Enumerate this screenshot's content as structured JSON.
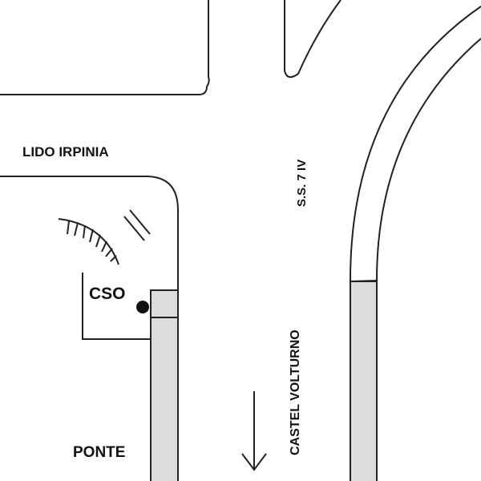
{
  "labels": {
    "lido": "LIDO IRPINIA",
    "ss7": "S.S. 7 IV",
    "castel": "CASTEL VOLTURNO",
    "cso": "CSO",
    "ponte": "PONTE"
  },
  "colors": {
    "line": "#222222",
    "fill": "#dcdcdc",
    "dot": "#111111"
  },
  "icons": {
    "direction": "arrow-down-icon",
    "cso": "point-marker-icon"
  }
}
